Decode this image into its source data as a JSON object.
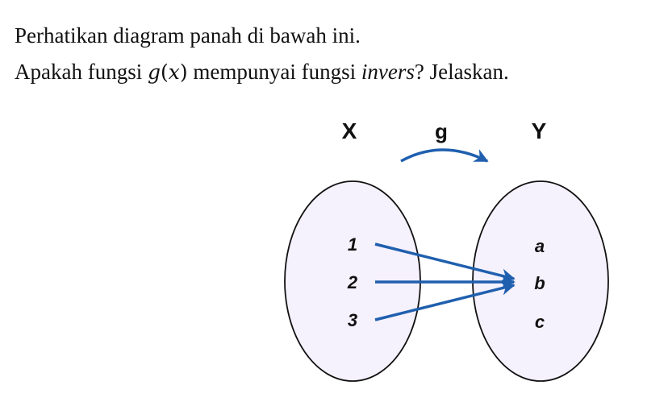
{
  "question": {
    "line1": "Perhatikan diagram panah di bawah ini.",
    "line2_prefix": "Apakah fungsi ",
    "func_name": "g",
    "func_open": "(",
    "func_var": "x",
    "func_close": ")",
    "line2_middle": " mempunyai fungsi ",
    "line2_italic": "invers",
    "line2_suffix": "? Jelaskan."
  },
  "diagram": {
    "domain_label": "X",
    "codomain_label": "Y",
    "function_label": "g",
    "domain_elements": [
      "1",
      "2",
      "3"
    ],
    "codomain_elements": [
      "a",
      "b",
      "c"
    ],
    "mappings": [
      {
        "from": "1",
        "to": "b"
      },
      {
        "from": "2",
        "to": "b"
      },
      {
        "from": "3",
        "to": "b"
      }
    ],
    "colors": {
      "set_fill": "#f5f1fd",
      "set_stroke": "#111111",
      "arrow": "#1f5fae"
    }
  }
}
